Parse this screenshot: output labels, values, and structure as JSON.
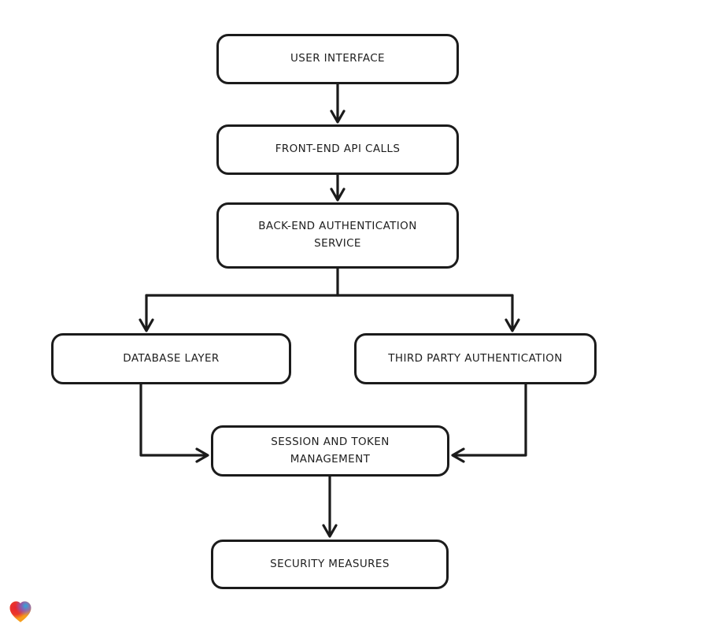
{
  "page": {
    "background": "#ffffff"
  },
  "diagram": {
    "type": "flowchart",
    "style": "hand-drawn",
    "nodes": [
      {
        "id": "user-interface",
        "label": "USER INTERFACE"
      },
      {
        "id": "front-end-api-calls",
        "label": "FRONT-END API CALLS"
      },
      {
        "id": "back-end-auth-service",
        "label": "BACK-END AUTHENTICATION\nSERVICE"
      },
      {
        "id": "database-layer",
        "label": "DATABASE LAYER"
      },
      {
        "id": "third-party-authentication",
        "label": "THIRD PARTY AUTHENTICATION"
      },
      {
        "id": "session-and-token-management",
        "label": "SESSION AND TOKEN\nMANAGEMENT"
      },
      {
        "id": "security-measures",
        "label": "SECURITY MEASURES"
      }
    ],
    "edges": [
      {
        "from": "user-interface",
        "to": "front-end-api-calls"
      },
      {
        "from": "front-end-api-calls",
        "to": "back-end-auth-service"
      },
      {
        "from": "back-end-auth-service",
        "to": "database-layer"
      },
      {
        "from": "back-end-auth-service",
        "to": "third-party-authentication"
      },
      {
        "from": "database-layer",
        "to": "session-and-token-management"
      },
      {
        "from": "third-party-authentication",
        "to": "session-and-token-management"
      },
      {
        "from": "session-and-token-management",
        "to": "security-measures"
      }
    ],
    "colors": {
      "stroke": "#1b1b1b",
      "node_fill": "#ffffff",
      "text": "#1e1e1e"
    }
  },
  "footer": {
    "logo": {
      "icon": "heart-icon",
      "colors": {
        "red": "#e8252e",
        "blue": "#2aa8dd",
        "purple": "#7b5fd0",
        "orange": "#f79e1b"
      }
    }
  }
}
